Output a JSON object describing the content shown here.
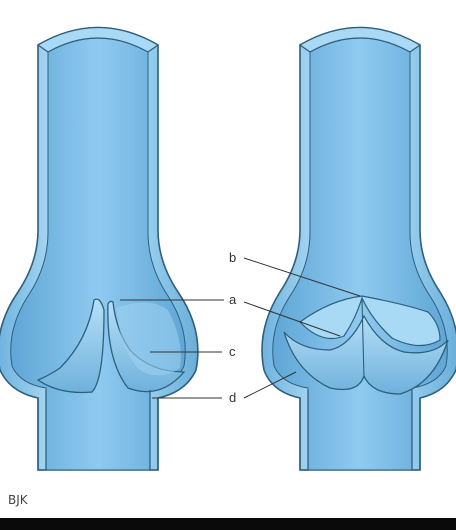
{
  "labels": {
    "a": "a",
    "b": "b",
    "c": "c",
    "d": "d"
  },
  "signature": "BJK",
  "colors": {
    "vessel": "#8ccbee",
    "vessel_light": "#bfe6fb",
    "lumen": "#78bde6",
    "outline": "#2e5f7c",
    "bar": "#0a0a0a"
  }
}
